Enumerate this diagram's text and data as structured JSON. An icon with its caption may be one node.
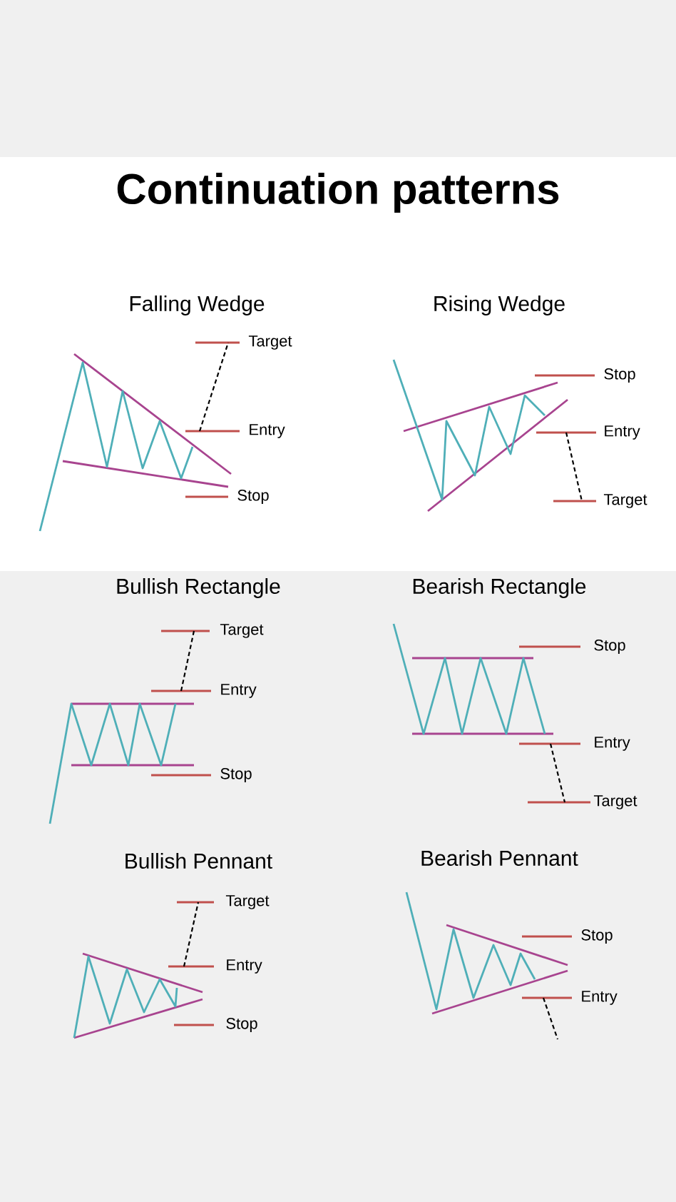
{
  "diagram": {
    "title": "Continuation patterns",
    "nodes": [
      {
        "text": [
          "Target"
        ]
      },
      {
        "text": [
          "Entry"
        ]
      },
      {
        "text": [
          "Stop"
        ]
      },
      {
        "text": [
          "Stop"
        ]
      },
      {
        "text": [
          "Entry"
        ]
      },
      {
        "text": [
          "Target"
        ]
      },
      {
        "text": [
          "Target"
        ]
      },
      {
        "text": [
          "Entry"
        ]
      },
      {
        "text": [
          "Stop"
        ]
      },
      {
        "text": [
          "Stop"
        ]
      },
      {
        "text": [
          "Entry"
        ]
      },
      {
        "text": [
          "Target"
        ]
      },
      {
        "text": [
          "Target"
        ]
      },
      {
        "text": [
          "Entry"
        ]
      },
      {
        "text": [
          "Stop"
        ]
      },
      {
        "text": [
          "Stop"
        ]
      },
      {
        "text": [
          "Entry"
        ]
      }
    ],
    "edges": [
      {
        "from": 1,
        "to": 0,
        "arrow": "none",
        "style": "dashed"
      },
      {
        "from": 4,
        "to": 5,
        "arrow": "none",
        "style": "dashed"
      },
      {
        "from": 7,
        "to": 6,
        "arrow": "none",
        "style": "dashed"
      },
      {
        "from": 10,
        "to": 11,
        "arrow": "none",
        "style": "dashed"
      },
      {
        "from": 13,
        "to": 12,
        "arrow": "none",
        "style": "dashed"
      },
      {
        "from": 16,
        "to": null,
        "arrow": "none",
        "style": "dashed"
      }
    ],
    "labels": [
      "Falling Wedge",
      "Rising Wedge",
      "Bullish Rectangle",
      "Bearish Rectangle",
      "Bullish Pennant",
      "Bearish Pennant"
    ]
  }
}
